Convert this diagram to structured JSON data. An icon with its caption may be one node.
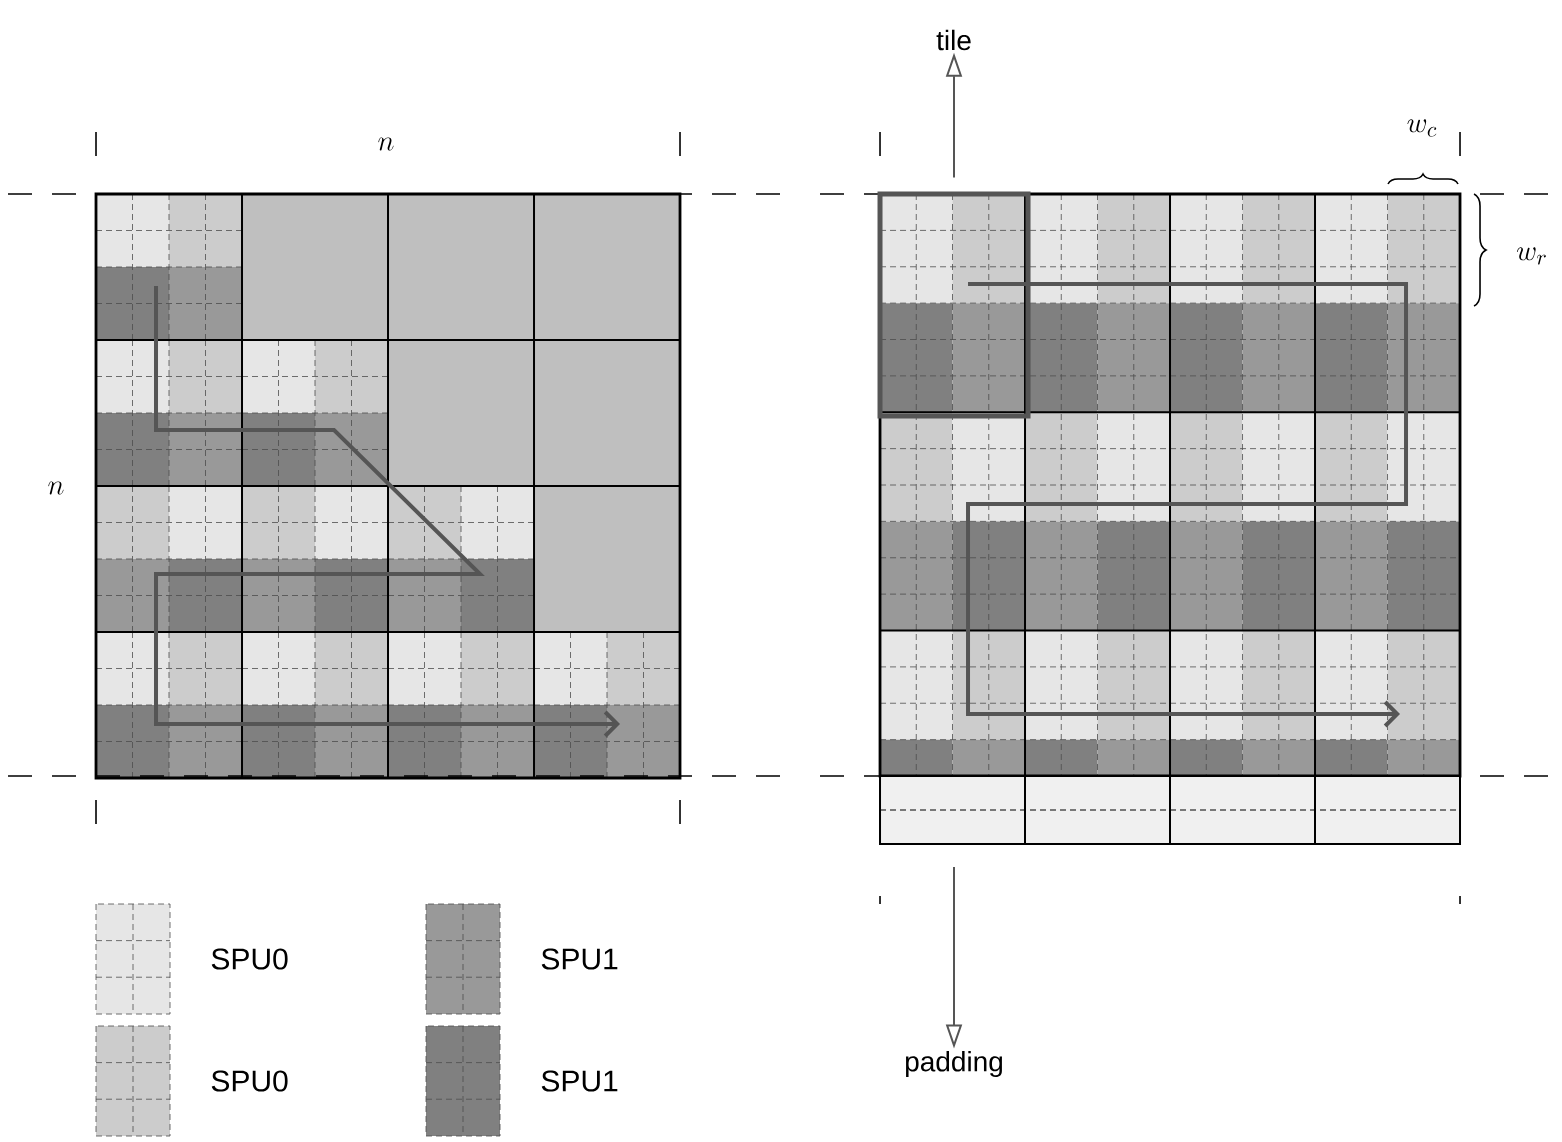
{
  "diagram": {
    "nodes": [
      {
        "text": [],
        "shape": "box"
      },
      {
        "text": [
          "tile"
        ]
      },
      {
        "text": [],
        "shape": "bar"
      },
      {
        "text": [
          "padding"
        ]
      }
    ],
    "edges": [
      {
        "from": 0,
        "to": 1,
        "arrow": "to"
      },
      {
        "from": 2,
        "to": 3,
        "arrow": "to"
      }
    ],
    "labels": [
      "n",
      "n",
      "w_c",
      "w_r"
    ],
    "legend": [
      {
        "text": "SPU0",
        "color": "#e6e6e6"
      },
      {
        "text": "SPU1",
        "color": "#999999"
      },
      {
        "text": "SPU0",
        "color": "#cccccc"
      },
      {
        "text": "SPU1",
        "color": "#808080"
      }
    ]
  }
}
